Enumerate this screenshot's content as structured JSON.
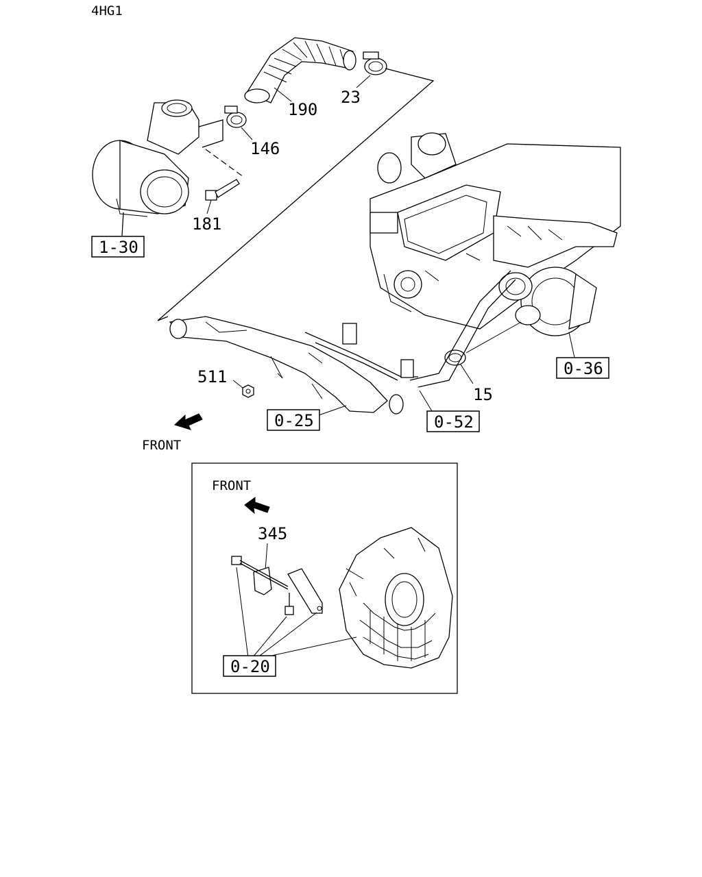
{
  "model_code": "4HG1",
  "front_label": "FRONT",
  "inset_front_label": "FRONT",
  "part_numbers": {
    "p190": "190",
    "p23": "23",
    "p146": "146",
    "p181": "181",
    "p511": "511",
    "p15": "15",
    "p345": "345"
  },
  "reference_boxes": {
    "r1_30": "1-30",
    "r0_36": "0-36",
    "r0_25": "0-25",
    "r0_52": "0-52",
    "r0_20": "0-20"
  }
}
